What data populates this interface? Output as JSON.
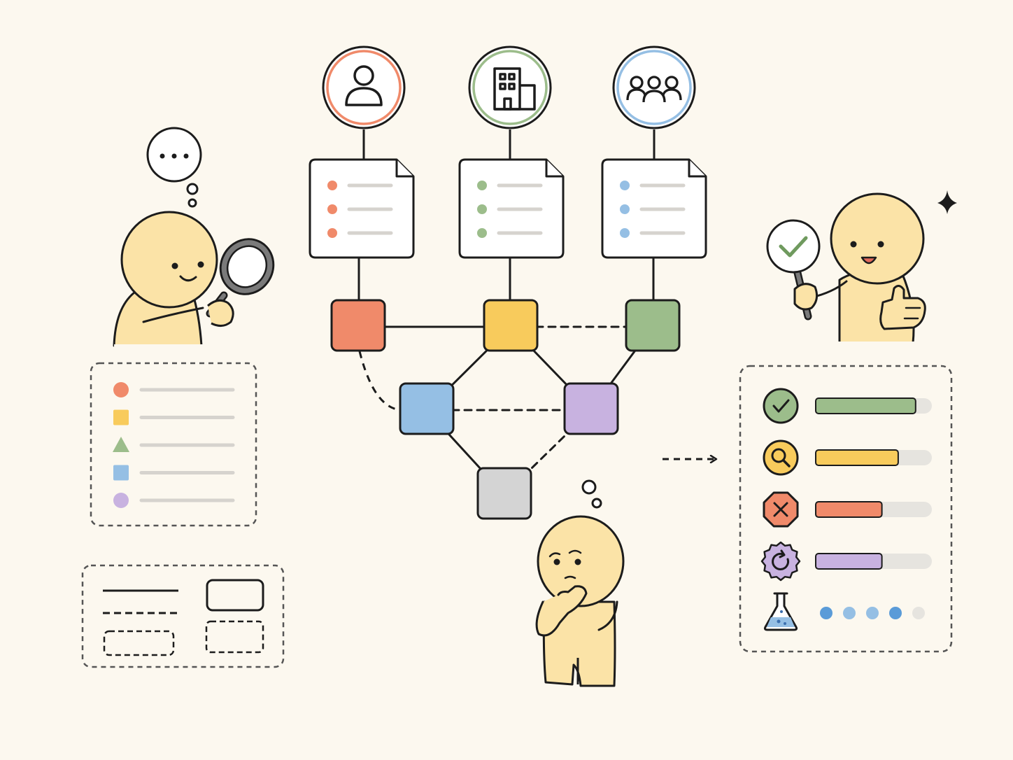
{
  "palette": {
    "background": "#fcf8ef",
    "ink": "#1c1c1c",
    "skin": "#fbe3a7",
    "red": "#f08a6a",
    "yellow": "#f8cb5c",
    "green": "#9cbd8b",
    "blue": "#95bfe4",
    "purple": "#c8b2e0",
    "gray": "#d4d4d4",
    "track": "#e6e4df"
  },
  "sources": [
    {
      "name": "person",
      "icon": "person-icon",
      "color": "red"
    },
    {
      "name": "organization",
      "icon": "building-icon",
      "color": "green"
    },
    {
      "name": "group",
      "icon": "group-icon",
      "color": "blue"
    }
  ],
  "documents": [
    {
      "bullet_color": "red",
      "rows": 3
    },
    {
      "bullet_color": "green",
      "rows": 3
    },
    {
      "bullet_color": "blue",
      "rows": 3
    }
  ],
  "graph_nodes": [
    {
      "id": "red",
      "color": "red"
    },
    {
      "id": "yellow",
      "color": "yellow"
    },
    {
      "id": "green",
      "color": "green"
    },
    {
      "id": "blue",
      "color": "blue"
    },
    {
      "id": "purple",
      "color": "purple"
    },
    {
      "id": "gray",
      "color": "gray"
    }
  ],
  "graph_edges": [
    {
      "from": "red",
      "to": "yellow",
      "style": "solid"
    },
    {
      "from": "yellow",
      "to": "green",
      "style": "dashed"
    },
    {
      "from": "red",
      "to": "blue",
      "style": "dashed"
    },
    {
      "from": "yellow",
      "to": "blue",
      "style": "solid"
    },
    {
      "from": "yellow",
      "to": "purple",
      "style": "solid"
    },
    {
      "from": "green",
      "to": "purple",
      "style": "solid"
    },
    {
      "from": "blue",
      "to": "purple",
      "style": "dashed"
    },
    {
      "from": "blue",
      "to": "gray",
      "style": "solid"
    },
    {
      "from": "purple",
      "to": "gray",
      "style": "dashed"
    }
  ],
  "legend": [
    {
      "shape": "circle",
      "color": "red"
    },
    {
      "shape": "square",
      "color": "yellow"
    },
    {
      "shape": "triangle",
      "color": "green"
    },
    {
      "shape": "square",
      "color": "blue"
    },
    {
      "shape": "circle",
      "color": "purple"
    }
  ],
  "results": [
    {
      "status": "check-icon",
      "color": "green",
      "level": 0.86
    },
    {
      "status": "search-icon",
      "color": "yellow",
      "level": 0.71
    },
    {
      "status": "x-icon",
      "color": "red",
      "level": 0.57
    },
    {
      "status": "refresh-icon",
      "color": "purple",
      "level": 0.57
    },
    {
      "status": "flask-icon",
      "color": "blue",
      "dots_filled": 4,
      "dots_total": 5
    }
  ]
}
